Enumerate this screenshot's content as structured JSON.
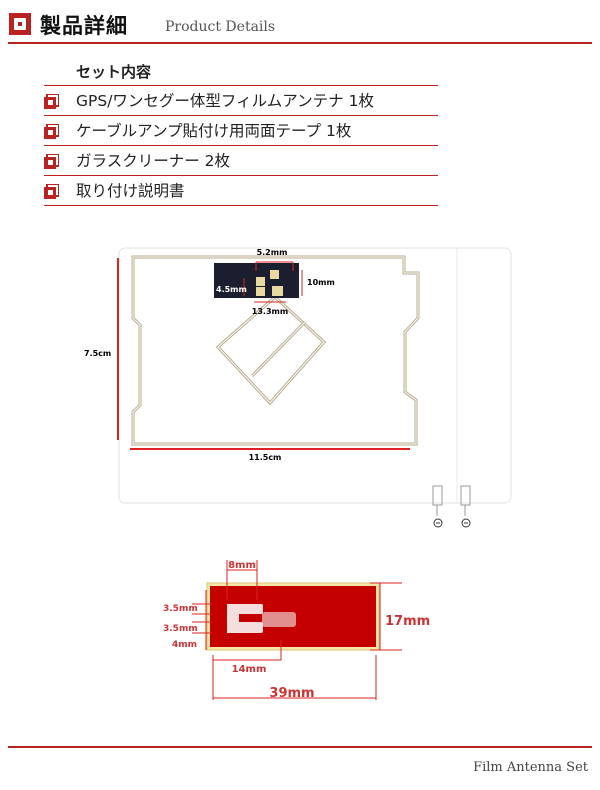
{
  "header": {
    "title": "製品詳細",
    "subtitle": "Product Details"
  },
  "contents": {
    "title": "セット内容",
    "items": [
      {
        "label": "GPS/ワンセグー体型フィルムアンテナ 1枚"
      },
      {
        "label": "ケーブルアンプ貼付け用両面テープ 1枚"
      },
      {
        "label": "ガラスクリーナー 2枚"
      },
      {
        "label": "取り付け説明書"
      }
    ]
  },
  "antenna_dims": {
    "top_width": "5.2mm",
    "right_height": "10mm",
    "left_width": "4.5mm",
    "bottom_width": "13.3mm",
    "height": "7.5cm",
    "width": "11.5cm"
  },
  "tape_dims": {
    "top": "8mm",
    "left_a": "3.5mm",
    "left_b": "3.5mm",
    "left_c": "4mm",
    "height": "17mm",
    "slot": "14mm",
    "width": "39mm"
  },
  "footer": {
    "text": "Film Antenna Set"
  },
  "colors": {
    "accent": "#b22222",
    "tape": "#c40000"
  }
}
